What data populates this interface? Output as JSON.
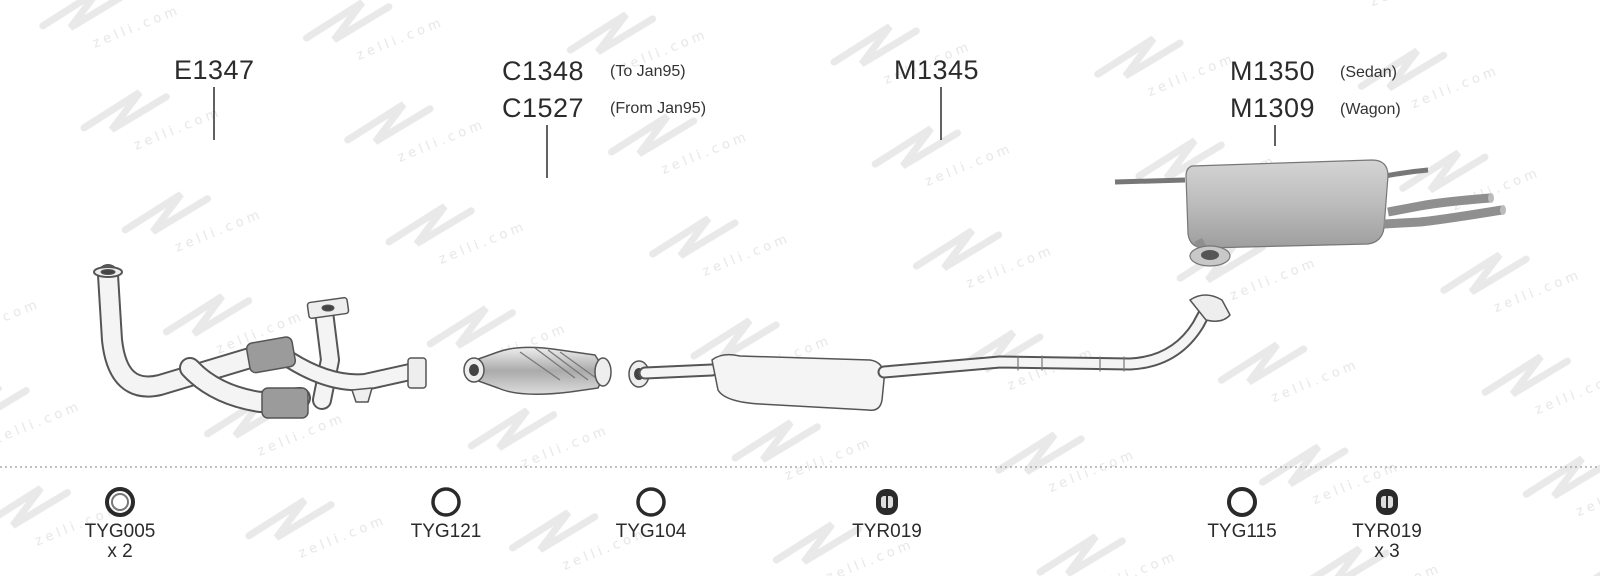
{
  "parts": {
    "front_pipe": {
      "code": "E1347"
    },
    "catalytic_converter": {
      "codes": [
        {
          "code": "C1348",
          "note": "(To Jan95)"
        },
        {
          "code": "C1527",
          "note": "(From Jan95)"
        }
      ]
    },
    "center_muffler": {
      "code": "M1345"
    },
    "rear_muffler": {
      "codes": [
        {
          "code": "M1350",
          "note": "(Sedan)"
        },
        {
          "code": "M1309",
          "note": "(Wagon)"
        }
      ]
    }
  },
  "hardware": [
    {
      "code": "TYG005",
      "qty": "x 2",
      "icon": "gasket-ring-icon"
    },
    {
      "code": "TYG121",
      "qty": "",
      "icon": "gasket-ring-icon"
    },
    {
      "code": "TYG104",
      "qty": "",
      "icon": "gasket-ring-icon"
    },
    {
      "code": "TYR019",
      "qty": "",
      "icon": "rubber-hanger-icon"
    },
    {
      "code": "TYG115",
      "qty": "",
      "icon": "gasket-ring-icon"
    },
    {
      "code": "TYR019",
      "qty": "x 3",
      "icon": "rubber-hanger-icon"
    }
  ],
  "colors": {
    "line": "#555555",
    "pipe_fill": "#f4f4f4",
    "muffler_fill": "#bdbdbd",
    "watermark": "#ececec",
    "divider": "#9a9a9a"
  }
}
